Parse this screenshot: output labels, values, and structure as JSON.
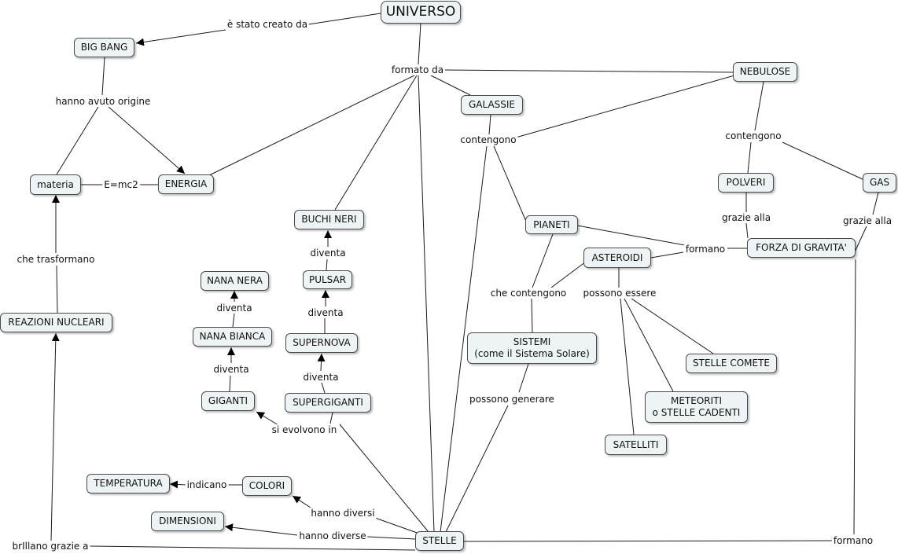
{
  "concepts": {
    "universo": "UNIVERSO",
    "big_bang": "BIG BANG",
    "nebulose": "NEBULOSE",
    "galassie": "GALASSIE",
    "materia": "materia",
    "energia": "ENERGIA",
    "polveri": "POLVERI",
    "gas": "GAS",
    "buchi_neri": "BUCHI NERI",
    "pianeti": "PIANETI",
    "forza_gravita": "FORZA DI GRAVITA'",
    "asteroidi": "ASTEROIDI",
    "pulsar": "PULSAR",
    "nana_nera": "NANA NERA",
    "reazioni_nucleari": "REAZIONI NUCLEARI",
    "nana_bianca": "NANA BIANCA",
    "supernova": "SUPERNOVA",
    "sistemi": "SISTEMI\n(come il Sistema Solare)",
    "stelle_comete": "STELLE COMETE",
    "giganti": "GIGANTI",
    "supergiganti": "SUPERGIGANTI",
    "meteoriti": "METEORITI\no STELLE CADENTI",
    "satelliti": "SATELLITI",
    "temperatura": "TEMPERATURA",
    "colori": "COLORI",
    "dimensioni": "DIMENSIONI",
    "stelle": "STELLE"
  },
  "links": {
    "e_stato_creato_da": "è stato creato da",
    "formato_da": "formato da",
    "hanno_avuto_origine": "hanno avuto origine",
    "contengono_galassie": "contengono",
    "contengono_nebulose": "contengono",
    "emc2": "E=mc2",
    "grazie_alla_polveri": "grazie alla",
    "grazie_alla_gas": "grazie alla",
    "formano_forza": "formano",
    "che_trasformano": "che trasformano",
    "diventa_buchi": "diventa",
    "che_contengono": "che contengono",
    "possono_essere": "possono essere",
    "diventa_nana_nera": "diventa",
    "diventa_pulsar": "diventa",
    "diventa_nana_bianca": "diventa",
    "diventa_supernova": "diventa",
    "possono_generare": "possono generare",
    "si_evolvono_in": "si evolvono in",
    "indicano": "indicano",
    "hanno_diversi": "hanno diversi",
    "hanno_diverse": "hanno diverse",
    "brillano_grazie_a": "brIllano grazie a",
    "formano_stelle": "formano"
  },
  "colors": {
    "node_fill": "#eef3f5",
    "node_border": "#4a4a4a",
    "line": "#1a1a1a"
  }
}
